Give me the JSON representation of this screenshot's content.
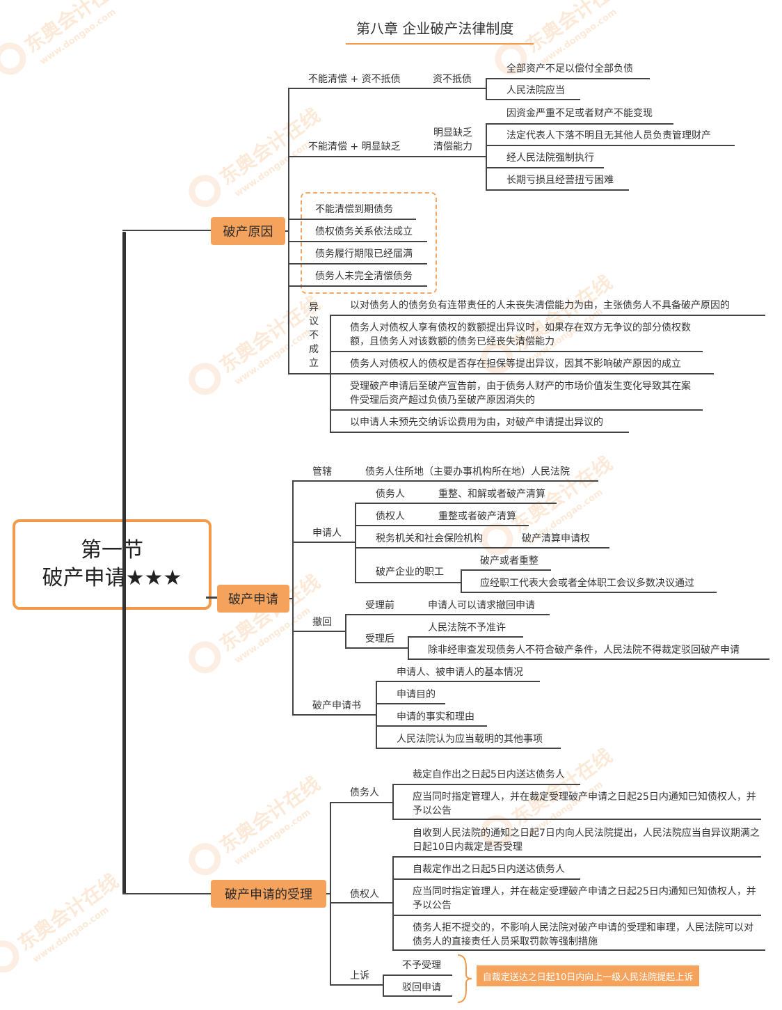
{
  "header": {
    "title": "第八章 企业破产法律制度"
  },
  "root": {
    "line1": "第一节",
    "line2": "破产申请★★★"
  },
  "watermark": {
    "cn": "东奥会计在线",
    "url": "www.dongao.com"
  },
  "s1": {
    "label": "破产原因",
    "a": {
      "label": "不能清偿 + 资不抵债",
      "mid": "资不抵债",
      "items": [
        "全部资产不足以偿付全部负债",
        "人民法院应当"
      ]
    },
    "b": {
      "label": "不能清偿 + 明显缺乏",
      "mid1": "明显缺乏",
      "mid2": "清偿能力",
      "items": [
        "因资金严重不足或者财产不能变现",
        "法定代表人下落不明且无其他人员负责管理财产",
        "经人民法院强制执行",
        "长期亏损且经营扭亏困难"
      ]
    },
    "c": {
      "items": [
        "不能清偿到期债务",
        "债权债务关系依法成立",
        "债务履行期限已经届满",
        "债务人未完全清偿债务"
      ]
    },
    "d": {
      "label_chars": [
        "异",
        "议",
        "不",
        "成",
        "立"
      ],
      "items": [
        "以对债务人的债务负有连带责任的人未丧失清偿能力为由，主张债务人不具备破产原因的",
        "债务人对债权人享有债权的数额提出异议时，如果存在双方无争议的部分债权数额，且债务人对该数额的债务已经丧失清偿能力",
        "债务人对债权人的债权是否存在担保等提出异议，因其不影响破产原因的成立",
        "受理破产申请后至破产宣告前，由于债务人财产的市场价值发生变化导致其在案件受理后资产超过负债乃至破产原因消失的",
        "以申请人未预先交纳诉讼费用为由，对破产申请提出异议的"
      ]
    }
  },
  "s2": {
    "label": "破产申请",
    "jurisdiction": {
      "label": "管辖",
      "value": "债务人住所地（主要办事机构所在地）人民法院"
    },
    "applicant": {
      "label": "申请人",
      "rows": [
        {
          "who": "债务人",
          "what": "重整、和解或者破产清算"
        },
        {
          "who": "债权人",
          "what": "重整或者破产清算"
        },
        {
          "who": "税务机关和社会保险机构",
          "what": "破产清算申请权"
        }
      ],
      "staff": {
        "who": "破产企业的职工",
        "what1": "破产或者重整",
        "what2": "应经职工代表大会或者全体职工会议多数决议通过"
      }
    },
    "withdraw": {
      "label": "撤回",
      "before": "受理前",
      "before_v": "申请人可以请求撤回申请",
      "after": "受理后",
      "after_v1": "人民法院不予准许",
      "after_v2": "除非经审查发现债务人不符合破产条件，人民法院不得裁定驳回破产申请"
    },
    "doc": {
      "label": "破产申请书",
      "items": [
        "申请人、被申请人的基本情况",
        "申请目的",
        "申请的事实和理由",
        "人民法院认为应当载明的其他事项"
      ]
    }
  },
  "s3": {
    "label": "破产申请的受理",
    "debtor": {
      "label": "债务人",
      "items": [
        "裁定自作出之日起5日内送达债务人",
        "应当同时指定管理人，并在裁定受理破产申请之日起25日内通知已知债权人，并予以公告"
      ]
    },
    "creditor": {
      "label": "债权人",
      "items": [
        "自收到人民法院的通知之日起7日内向人民法院提出，人民法院应当自异议期满之日起10日内裁定是否受理",
        "自裁定作出之日起5日内送达债务人",
        "应当同时指定管理人，并在裁定受理破产申请之日起25日内通知已知债权人，并予以公告",
        "债务人拒不提交的，不影响人民法院对破产申请的受理和审理，人民法院可以对债务人的直接责任人员采取罚款等强制措施"
      ]
    },
    "appeal": {
      "label": "上诉",
      "items": [
        "不予受理",
        "驳回申请"
      ],
      "note": "自裁定送达之日起10日内向上一级人民法院提起上诉"
    }
  }
}
